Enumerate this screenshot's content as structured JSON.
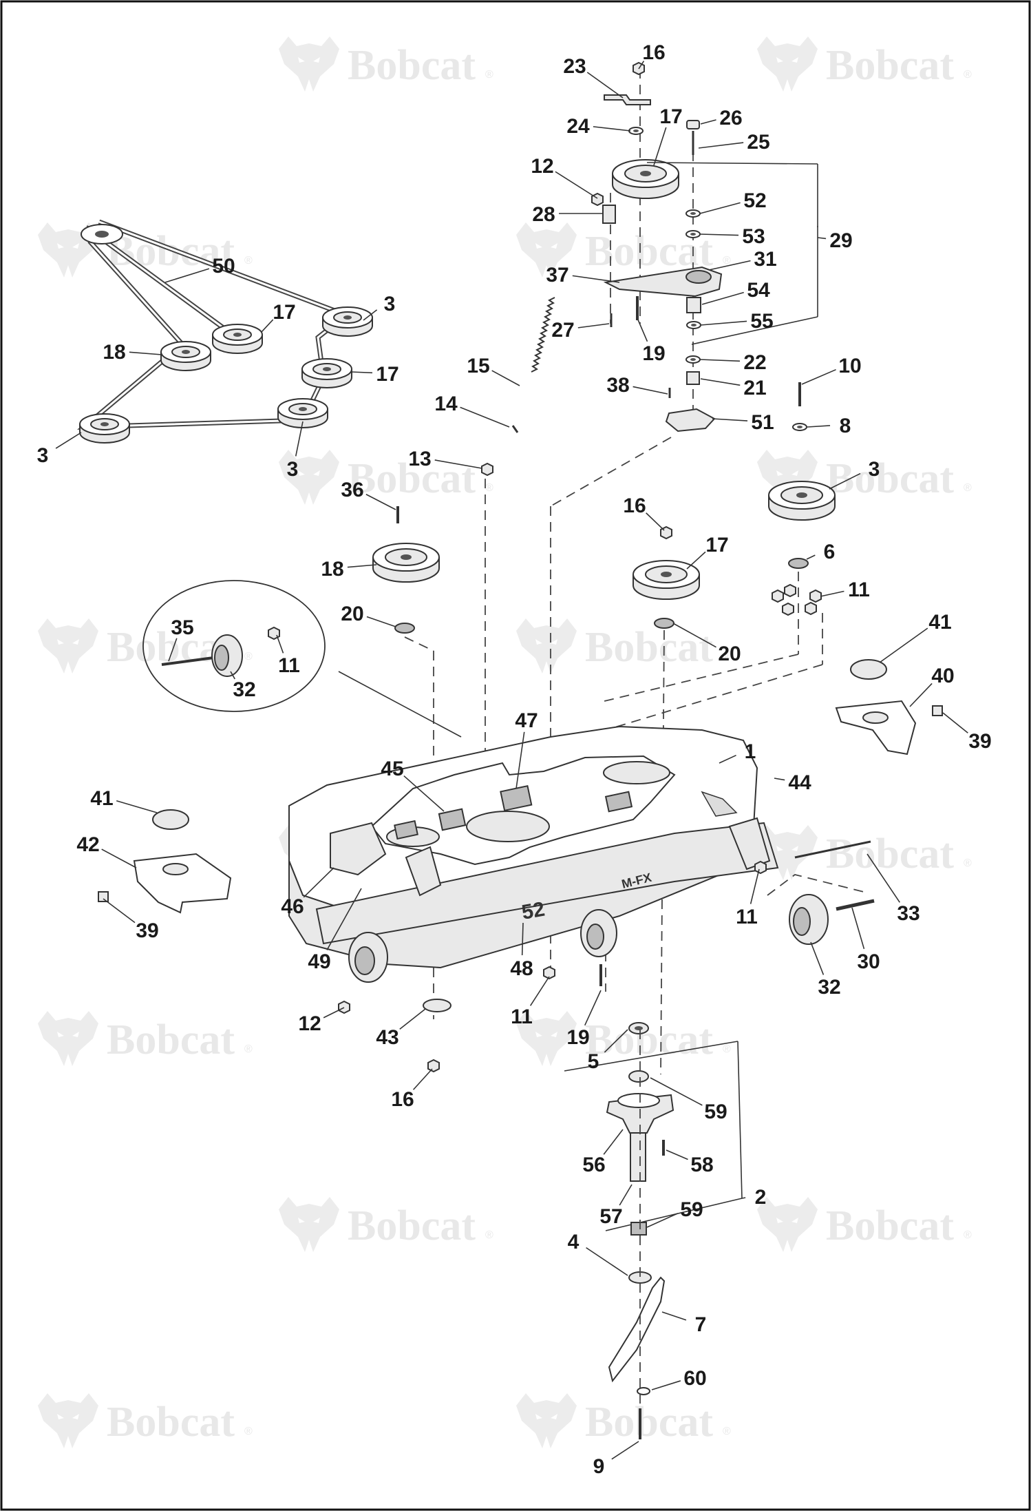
{
  "watermark": {
    "brand": "Bobcat",
    "registered": "®"
  },
  "callouts": [
    {
      "id": "c16a",
      "text": "16"
    },
    {
      "id": "c23",
      "text": "23"
    },
    {
      "id": "c17a",
      "text": "17"
    },
    {
      "id": "c24",
      "text": "24"
    },
    {
      "id": "c26",
      "text": "26"
    },
    {
      "id": "c25",
      "text": "25"
    },
    {
      "id": "c12a",
      "text": "12"
    },
    {
      "id": "c52",
      "text": "52"
    },
    {
      "id": "c28",
      "text": "28"
    },
    {
      "id": "c53",
      "text": "53"
    },
    {
      "id": "c29",
      "text": "29"
    },
    {
      "id": "c37",
      "text": "37"
    },
    {
      "id": "c31",
      "text": "31"
    },
    {
      "id": "c54",
      "text": "54"
    },
    {
      "id": "c27",
      "text": "27"
    },
    {
      "id": "c19a",
      "text": "19"
    },
    {
      "id": "c55",
      "text": "55"
    },
    {
      "id": "c22",
      "text": "22"
    },
    {
      "id": "c21",
      "text": "21"
    },
    {
      "id": "c38",
      "text": "38"
    },
    {
      "id": "c10",
      "text": "10"
    },
    {
      "id": "c51",
      "text": "51"
    },
    {
      "id": "c8",
      "text": "8"
    },
    {
      "id": "c50",
      "text": "50"
    },
    {
      "id": "c3a",
      "text": "3"
    },
    {
      "id": "c17b",
      "text": "17"
    },
    {
      "id": "c18a",
      "text": "18"
    },
    {
      "id": "c17c",
      "text": "17"
    },
    {
      "id": "c3b",
      "text": "3"
    },
    {
      "id": "c3c",
      "text": "3"
    },
    {
      "id": "c15",
      "text": "15"
    },
    {
      "id": "c14",
      "text": "14"
    },
    {
      "id": "c13",
      "text": "13"
    },
    {
      "id": "c36",
      "text": "36"
    },
    {
      "id": "c16b",
      "text": "16"
    },
    {
      "id": "c3d",
      "text": "3"
    },
    {
      "id": "c17d",
      "text": "17"
    },
    {
      "id": "c6",
      "text": "6"
    },
    {
      "id": "c18b",
      "text": "18"
    },
    {
      "id": "c11a",
      "text": "11"
    },
    {
      "id": "c35",
      "text": "35"
    },
    {
      "id": "c20a",
      "text": "20"
    },
    {
      "id": "c20b",
      "text": "20"
    },
    {
      "id": "c41a",
      "text": "41"
    },
    {
      "id": "c11b",
      "text": "11"
    },
    {
      "id": "c32a",
      "text": "32"
    },
    {
      "id": "c40",
      "text": "40"
    },
    {
      "id": "c39a",
      "text": "39"
    },
    {
      "id": "c47",
      "text": "47"
    },
    {
      "id": "c1",
      "text": "1"
    },
    {
      "id": "c45",
      "text": "45"
    },
    {
      "id": "c44",
      "text": "44"
    },
    {
      "id": "c41b",
      "text": "41"
    },
    {
      "id": "c42",
      "text": "42"
    },
    {
      "id": "c46",
      "text": "46"
    },
    {
      "id": "c33",
      "text": "33"
    },
    {
      "id": "c11c",
      "text": "11"
    },
    {
      "id": "c39b",
      "text": "39"
    },
    {
      "id": "c49",
      "text": "49"
    },
    {
      "id": "c48",
      "text": "48"
    },
    {
      "id": "c30",
      "text": "30"
    },
    {
      "id": "c32b",
      "text": "32"
    },
    {
      "id": "c12b",
      "text": "12"
    },
    {
      "id": "c43",
      "text": "43"
    },
    {
      "id": "c11d",
      "text": "11"
    },
    {
      "id": "c19b",
      "text": "19"
    },
    {
      "id": "c5",
      "text": "5"
    },
    {
      "id": "c16c",
      "text": "16"
    },
    {
      "id": "c59a",
      "text": "59"
    },
    {
      "id": "c56",
      "text": "56"
    },
    {
      "id": "c58",
      "text": "58"
    },
    {
      "id": "c2",
      "text": "2"
    },
    {
      "id": "c57",
      "text": "57"
    },
    {
      "id": "c59b",
      "text": "59"
    },
    {
      "id": "c4",
      "text": "4"
    },
    {
      "id": "c7",
      "text": "7"
    },
    {
      "id": "c60",
      "text": "60"
    },
    {
      "id": "c9",
      "text": "9"
    }
  ],
  "deck_markings": {
    "size_label": "52",
    "model_label": "M-FX"
  }
}
